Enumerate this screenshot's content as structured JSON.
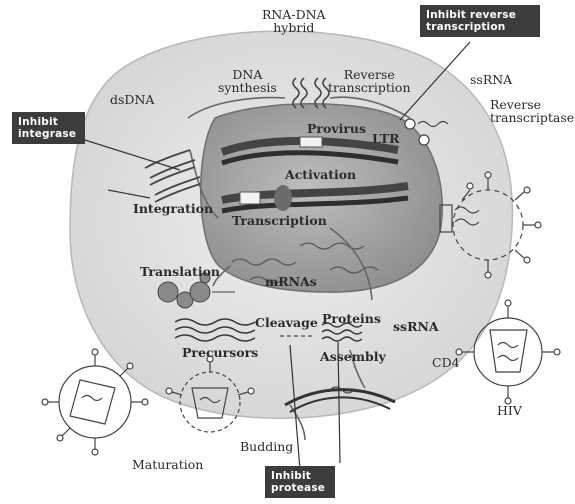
{
  "labels": {
    "rna_dna_hybrid": "RNA-DNA\nhybrid",
    "dna_synthesis": "DNA\nsynthesis",
    "reverse_transcription": "Reverse\ntranscription",
    "ssrna_top": "ssRNA",
    "reverse_transcriptase": "Reverse\ntranscriptase",
    "dsdna": "dsDNA",
    "provirus": "Provirus",
    "ltr": "LTR",
    "activation": "Activation",
    "integration": "Integration",
    "transcription": "Transcription",
    "translation": "Translation",
    "mrnas": "mRNAs",
    "cleavage": "Cleavage",
    "proteins": "Proteins",
    "ssrna_mid": "ssRNA",
    "precursors": "Precursors",
    "assembly": "Assembly",
    "cd4": "CD4",
    "hiv": "HIV",
    "budding": "Budding",
    "maturation": "Maturation"
  },
  "drug_boxes": {
    "inhibit_reverse_transcription": "Inhibit reverse\ntranscription",
    "inhibit_integrase": "Inhibit\nintegrase",
    "inhibit_protease": "Inhibit\nprotease"
  }
}
